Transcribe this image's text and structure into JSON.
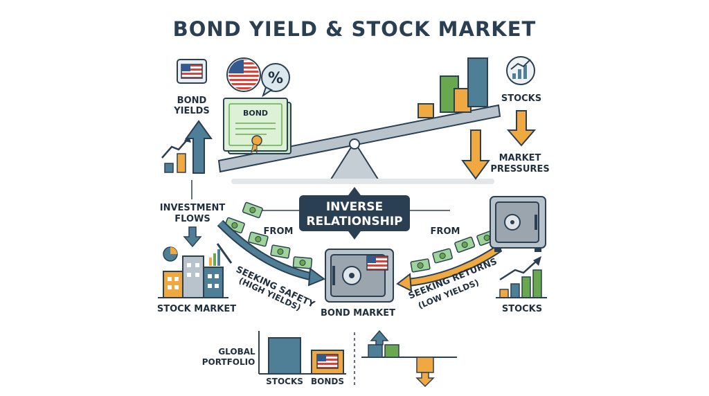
{
  "title": "BOND YIELD & STOCK MARKET",
  "labels": {
    "bond_yields_1": "BOND",
    "bond_yields_2": "YIELDS",
    "stocks_top": "STOCKS",
    "market_pressures_1": "MARKET",
    "market_pressures_2": "PRESSURES",
    "investment_flows_1": "INVESTMENT",
    "investment_flows_2": "FLOWS",
    "from_left": "FROM",
    "from_right": "FROM",
    "inverse_1": "INVERSE",
    "inverse_2": "RELATIONSHIP",
    "seeking_safety_1": "SEEKING SAFETY",
    "seeking_safety_2": "(HIGH YIELDS)",
    "seeking_returns_1": "SEEKING RETURNS",
    "seeking_returns_2": "(LOW YIELDS)",
    "stock_market": "STOCK MARKET",
    "bond_market": "BOND MARKET",
    "stocks_right": "STOCKS",
    "global_portfolio_1": "GLOBAL",
    "global_portfolio_2": "PORTFOLIO",
    "portfolio_stocks": "STOCKS",
    "portfolio_bonds": "BONDS",
    "bond_certificate": "BOND",
    "percent_symbol": "%"
  },
  "icons": {
    "flag": "us-flag-icon",
    "percent": "percent-bubble-icon",
    "up_arrow": "up-arrow-icon",
    "down_arrow": "down-arrow-icon",
    "safe": "safe-icon",
    "cash": "cash-bill-icon",
    "building": "building-icon",
    "growth_chart": "growth-chart-icon",
    "seesaw": "seesaw-icon"
  },
  "colors": {
    "navy": "#2b3f52",
    "steel_blue": "#4f7f96",
    "green": "#6aa84f",
    "orange": "#f0a941",
    "cash_green": "#9fd39a",
    "safe_gray": "#9aa5ad",
    "flag_red": "#d9433a"
  }
}
